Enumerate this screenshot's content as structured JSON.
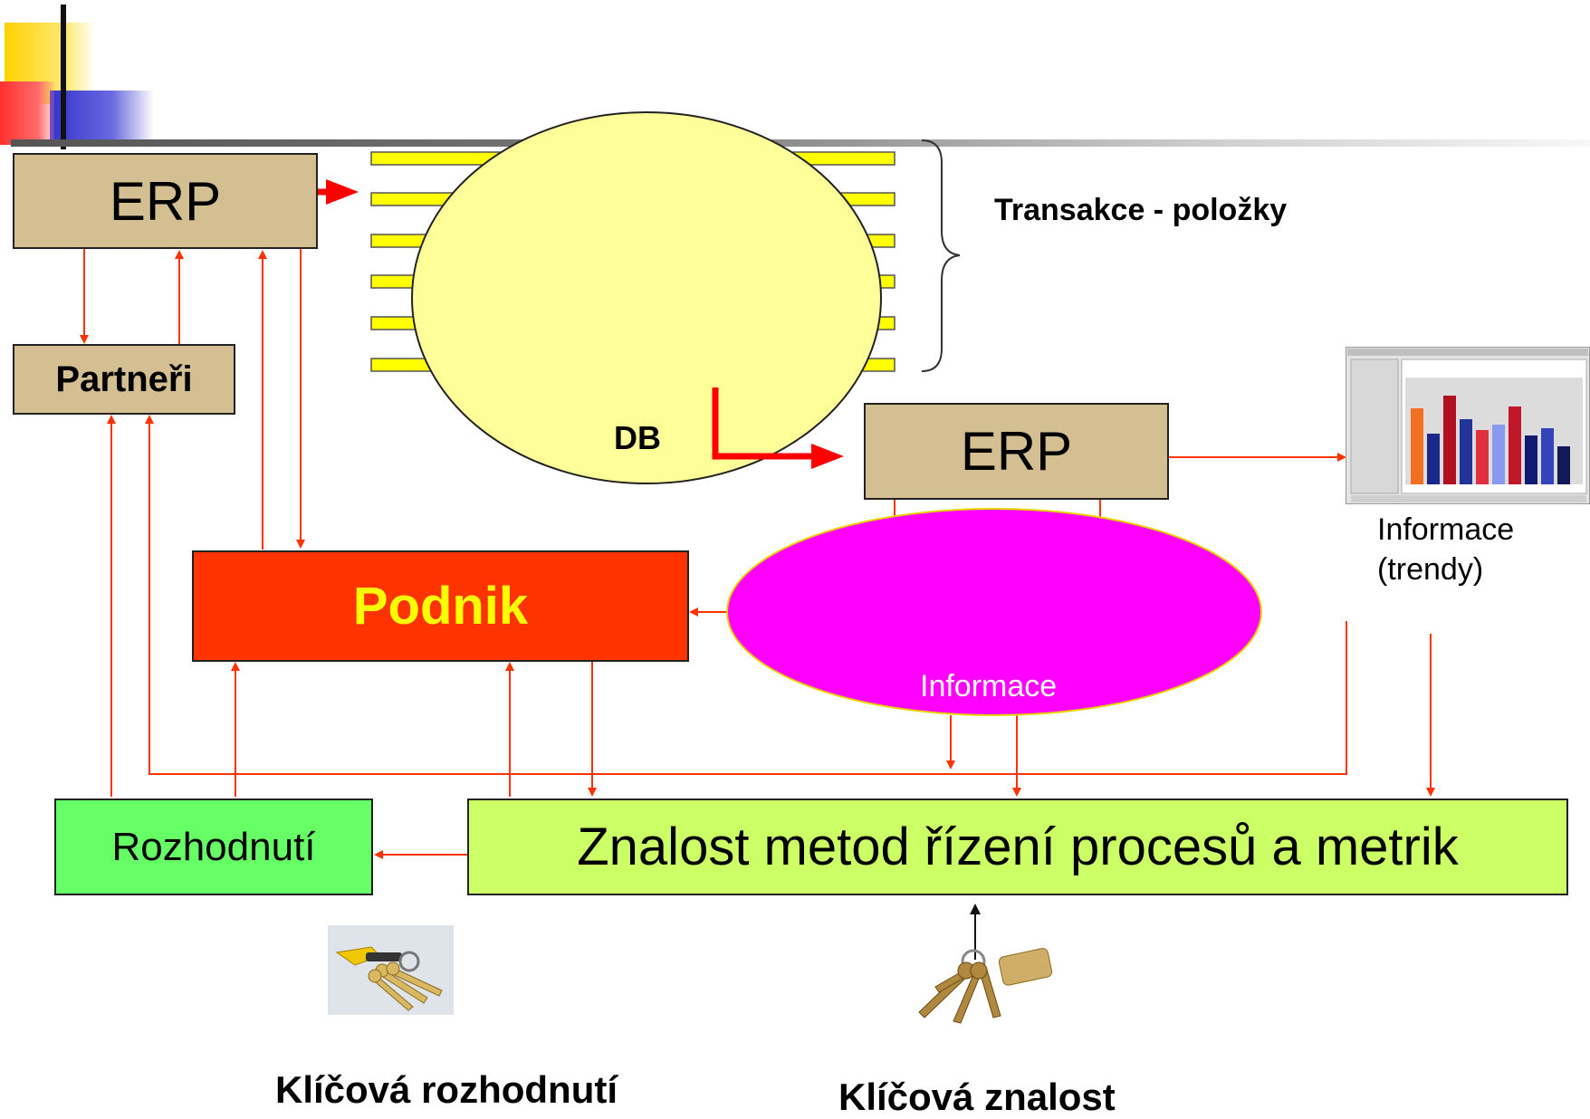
{
  "diagram": {
    "erp_top": "ERP",
    "partneri": "Partneři",
    "transakce": "Transakce - položky",
    "db": "DB",
    "erp_right": "ERP",
    "informace_trendy_1": "Informace",
    "informace_trendy_2": "(trendy)",
    "podnik": "Podnik",
    "informace_ellipse": "Informace",
    "rozhodnuti": "Rozhodnutí",
    "znalost": "Znalost metod řízení procesů a metrik",
    "klicova_rozhodnuti": "Klíčová rozhodnutí",
    "klicova_znalost": "Klíčová znalost"
  },
  "colors": {
    "erp_box": "#d4bf92",
    "partneri_box": "#d4bf92",
    "db_ellipse": "#ffff99",
    "transaction_bar": "#ffff00",
    "podnik_box": "#ff3300",
    "podnik_text": "#ffff00",
    "informace_ellipse": "#ff00ff",
    "rozhodnuti_box": "#66ff66",
    "znalost_box": "#ccff66",
    "arrow": "#ff3300",
    "thick_arrow": "#ff0000"
  },
  "icons": [
    "slide-corner-decoration-icon",
    "bar-chart-screenshot-icon",
    "yellow-keys-icon",
    "brown-keys-icon"
  ]
}
